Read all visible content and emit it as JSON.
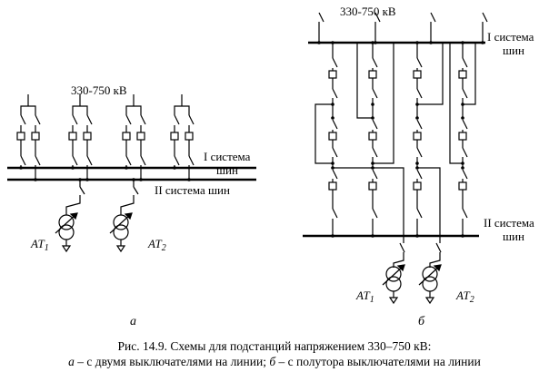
{
  "labels": {
    "voltage": "330-750 кВ",
    "bus1_line1": "I система",
    "bus1_line2": "шин",
    "bus2_left": "II система шин",
    "bus2_right_line1": "II система",
    "bus2_right_line2": "шин",
    "at_base": "AT",
    "at1_sub": "1",
    "at2_sub": "2",
    "panel_a": "а",
    "panel_b": "б"
  },
  "caption": {
    "line1": "Рис. 14.9. Схемы для подстанций напряжением 330–750 кВ:",
    "a_letter": "а",
    "a_text": " – с двумя выключателями на линии; ",
    "b_letter": "б",
    "b_text": " – с полутора выключателями на линии"
  }
}
